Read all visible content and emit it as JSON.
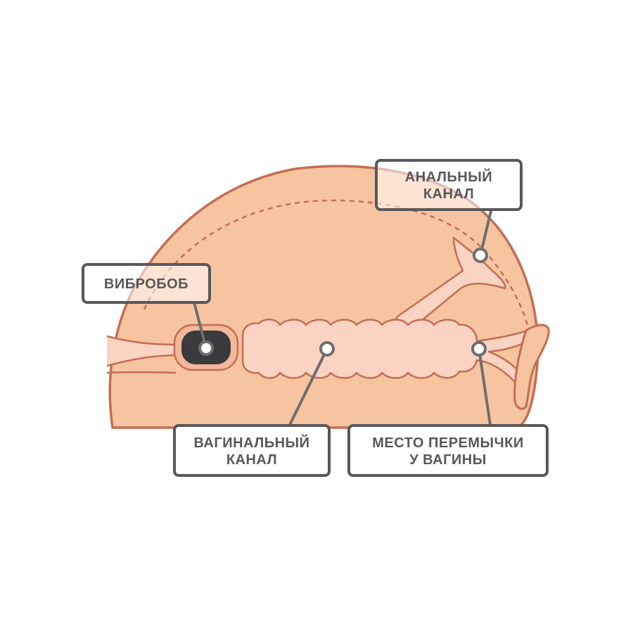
{
  "diagram": {
    "labels": {
      "anal_canal": [
        "АНАЛЬНЫЙ",
        "КАНАЛ"
      ],
      "vibro_bullet": [
        "ВИБРОБОБ"
      ],
      "vaginal_canal": [
        "ВАГИНАЛЬНЫЙ",
        "КАНАЛ"
      ],
      "vaginal_partition": [
        "МЕСТО ПЕРЕМЫЧКИ",
        "У ВАГИНЫ"
      ]
    },
    "colors": {
      "body_fill": "#f7c4a0",
      "outline": "#c46e54",
      "channel_fill": "#fbd3c2",
      "bullet_fill": "#3b3a3c",
      "label_border": "#58585a",
      "label_fill": "#ffffff",
      "leader_line": "#6e6e70"
    }
  }
}
